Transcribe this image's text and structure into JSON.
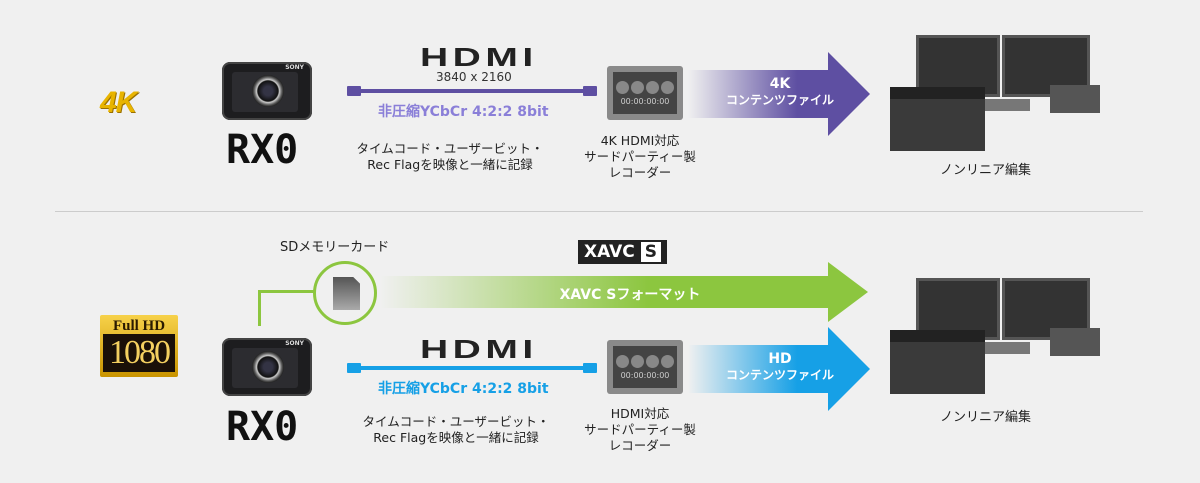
{
  "colors": {
    "purple": "#5e4fa2",
    "purple_light": "#8a7fd8",
    "blue": "#16a0e6",
    "green": "#8cc63f"
  },
  "top": {
    "badge": "4K",
    "camera_brand": "SONY",
    "camera_name": "RX0",
    "hdmi_logo": "HDMI",
    "resolution": "3840 x 2160",
    "spec": "非圧縮YCbCr 4:2:2 8bit",
    "caption": [
      "タイムコード・ユーザービット・",
      "Rec Flagを映像と一緒に記録"
    ],
    "recorder_timecode": "00:00:00:00",
    "recorder_label": [
      "4K HDMI対応",
      "サードパーティー製",
      "レコーダー"
    ],
    "arrow_label": [
      "4K",
      "コンテンツファイル"
    ],
    "editing_label": "ノンリニア編集"
  },
  "bottom": {
    "badge_top": "Full HD",
    "badge_bottom": "1080",
    "camera_brand": "SONY",
    "camera_name": "RX0",
    "sd_label": "SDメモリーカード",
    "xavc_logo": "XAVC",
    "xavc_logo_s": "S",
    "xavc_arrow_label": "XAVC Sフォーマット",
    "hdmi_logo": "HDMI",
    "spec": "非圧縮YCbCr 4:2:2 8bit",
    "caption": [
      "タイムコード・ユーザービット・",
      "Rec Flagを映像と一緒に記録"
    ],
    "recorder_timecode": "00:00:00:00",
    "recorder_label": [
      "HDMI対応",
      "サードパーティー製",
      "レコーダー"
    ],
    "arrow_label": [
      "HD",
      "コンテンツファイル"
    ],
    "editing_label": "ノンリニア編集"
  }
}
